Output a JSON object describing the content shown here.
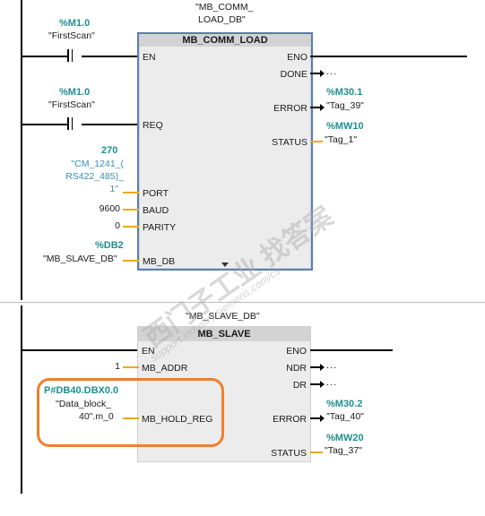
{
  "network1": {
    "block_instance_line1": "\"MB_COMM_",
    "block_instance_line2": "LOAD_DB\"",
    "block_title": "MB_COMM_LOAD",
    "first_scan_addr": "%M1.0",
    "first_scan_tag": "\"FirstScan\"",
    "req_addr": "%M1.0",
    "req_tag": "\"FirstScan\"",
    "port_value": "270",
    "port_tag_l1": "\"CM_1241_(",
    "port_tag_l2": "RS422_485)_",
    "port_tag_l3": "1\"",
    "baud_value": "9600",
    "parity_value": "0",
    "mb_db_addr": "%DB2",
    "mb_db_tag": "\"MB_SLAVE_DB\"",
    "pins_in": {
      "en": "EN",
      "req": "REQ",
      "port": "PORT",
      "baud": "BAUD",
      "parity": "PARITY",
      "mb_db": "MB_DB"
    },
    "pins_out": {
      "eno": "ENO",
      "done": "DONE",
      "error": "ERROR",
      "status": "STATUS"
    },
    "done_value": "...",
    "error_addr": "%M30.1",
    "error_tag": "\"Tag_39\"",
    "status_addr": "%MW10",
    "status_tag": "\"Tag_1\""
  },
  "network2": {
    "block_instance": "\"MB_SLAVE_DB\"",
    "block_title": "MB_SLAVE",
    "pins_in": {
      "en": "EN",
      "mb_addr": "MB_ADDR",
      "mb_hold_reg": "MB_HOLD_REG"
    },
    "pins_out": {
      "eno": "ENO",
      "ndr": "NDR",
      "dr": "DR",
      "error": "ERROR",
      "status": "STATUS"
    },
    "mb_addr_value": "1",
    "hold_reg_addr": "P#DB40.DBX0.0",
    "hold_reg_tag_l1": "\"Data_block_",
    "hold_reg_tag_l2": "40\".m_0",
    "ndr_value": "...",
    "dr_value": "...",
    "error_addr": "%M30.2",
    "error_tag": "\"Tag_40\"",
    "status_addr": "%MW20",
    "status_tag": "\"Tag_37\""
  },
  "colors": {
    "address": "#1f8f8f",
    "wire": "#000000",
    "param_link": "#f0a818",
    "highlight": "#ef7f2f",
    "block_bg": "#ececec"
  },
  "watermark": {
    "main": "西门子工业 找答案",
    "url": "support.industry.siemens.com/cs"
  }
}
